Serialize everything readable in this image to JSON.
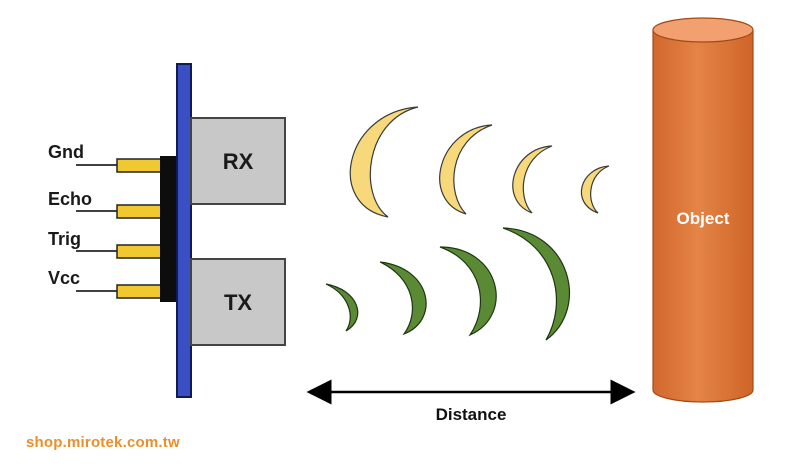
{
  "pins": [
    {
      "label": "Gnd"
    },
    {
      "label": "Echo"
    },
    {
      "label": "Trig"
    },
    {
      "label": "Vcc"
    }
  ],
  "module": {
    "rx_label": "RX",
    "tx_label": "TX"
  },
  "object": {
    "label": "Object"
  },
  "distance": {
    "label": "Distance"
  },
  "watermark": "shop.mirotek.com.tw",
  "colors": {
    "board": "#3b4fc4",
    "transducer": "#c8c8c8",
    "pin": "#f0c930",
    "echo_wave": "#f7d97b",
    "trigger_wave": "#5b8a35",
    "object": "#e07b3c"
  }
}
